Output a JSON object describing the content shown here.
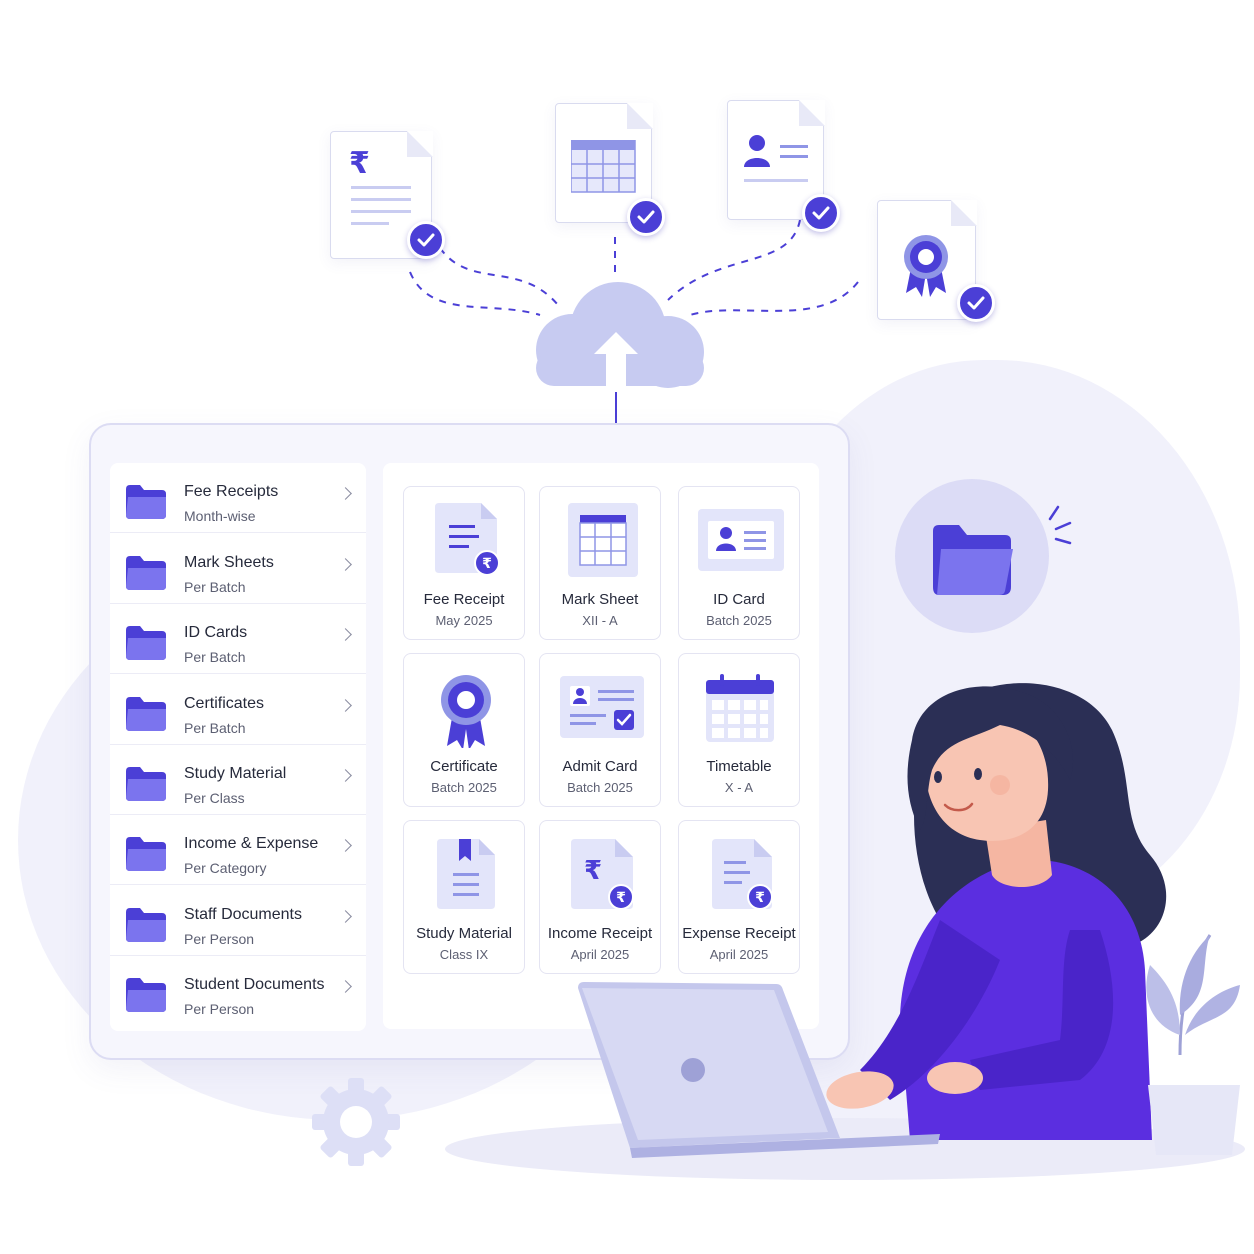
{
  "sidebar": {
    "items": [
      {
        "title": "Fee Receipts",
        "subtitle": "Month-wise"
      },
      {
        "title": "Mark Sheets",
        "subtitle": "Per Batch"
      },
      {
        "title": "ID Cards",
        "subtitle": "Per Batch"
      },
      {
        "title": "Certificates",
        "subtitle": "Per Batch"
      },
      {
        "title": "Study Material",
        "subtitle": "Per Class"
      },
      {
        "title": "Income & Expense",
        "subtitle": "Per Category"
      },
      {
        "title": "Staff Documents",
        "subtitle": "Per Person"
      },
      {
        "title": "Student Documents",
        "subtitle": "Per Person"
      }
    ]
  },
  "cards": [
    {
      "title": "Fee Receipt",
      "subtitle": "May 2025",
      "icon": "fee-receipt-icon"
    },
    {
      "title": "Mark Sheet",
      "subtitle": "XII - A",
      "icon": "mark-sheet-icon"
    },
    {
      "title": "ID Card",
      "subtitle": "Batch 2025",
      "icon": "id-card-icon"
    },
    {
      "title": "Certificate",
      "subtitle": "Batch 2025",
      "icon": "certificate-icon"
    },
    {
      "title": "Admit Card",
      "subtitle": "Batch 2025",
      "icon": "admit-card-icon"
    },
    {
      "title": "Timetable",
      "subtitle": "X - A",
      "icon": "timetable-icon"
    },
    {
      "title": "Study Material",
      "subtitle": "Class IX",
      "icon": "study-material-icon"
    },
    {
      "title": "Income Receipt",
      "subtitle": "April 2025",
      "icon": "income-receipt-icon"
    },
    {
      "title": "Expense Receipt",
      "subtitle": "April 2025",
      "icon": "expense-receipt-icon"
    }
  ],
  "top_documents": {
    "rupee_symbol": "₹",
    "icons": [
      "rupee-document-icon",
      "table-document-icon",
      "id-document-icon",
      "award-document-icon"
    ]
  },
  "colors": {
    "accent": "#4b3fd6",
    "folder": "#6c63e8",
    "light_purple": "#dcdcf6",
    "sweater": "#5b2ee0",
    "hair": "#2b2f55"
  }
}
